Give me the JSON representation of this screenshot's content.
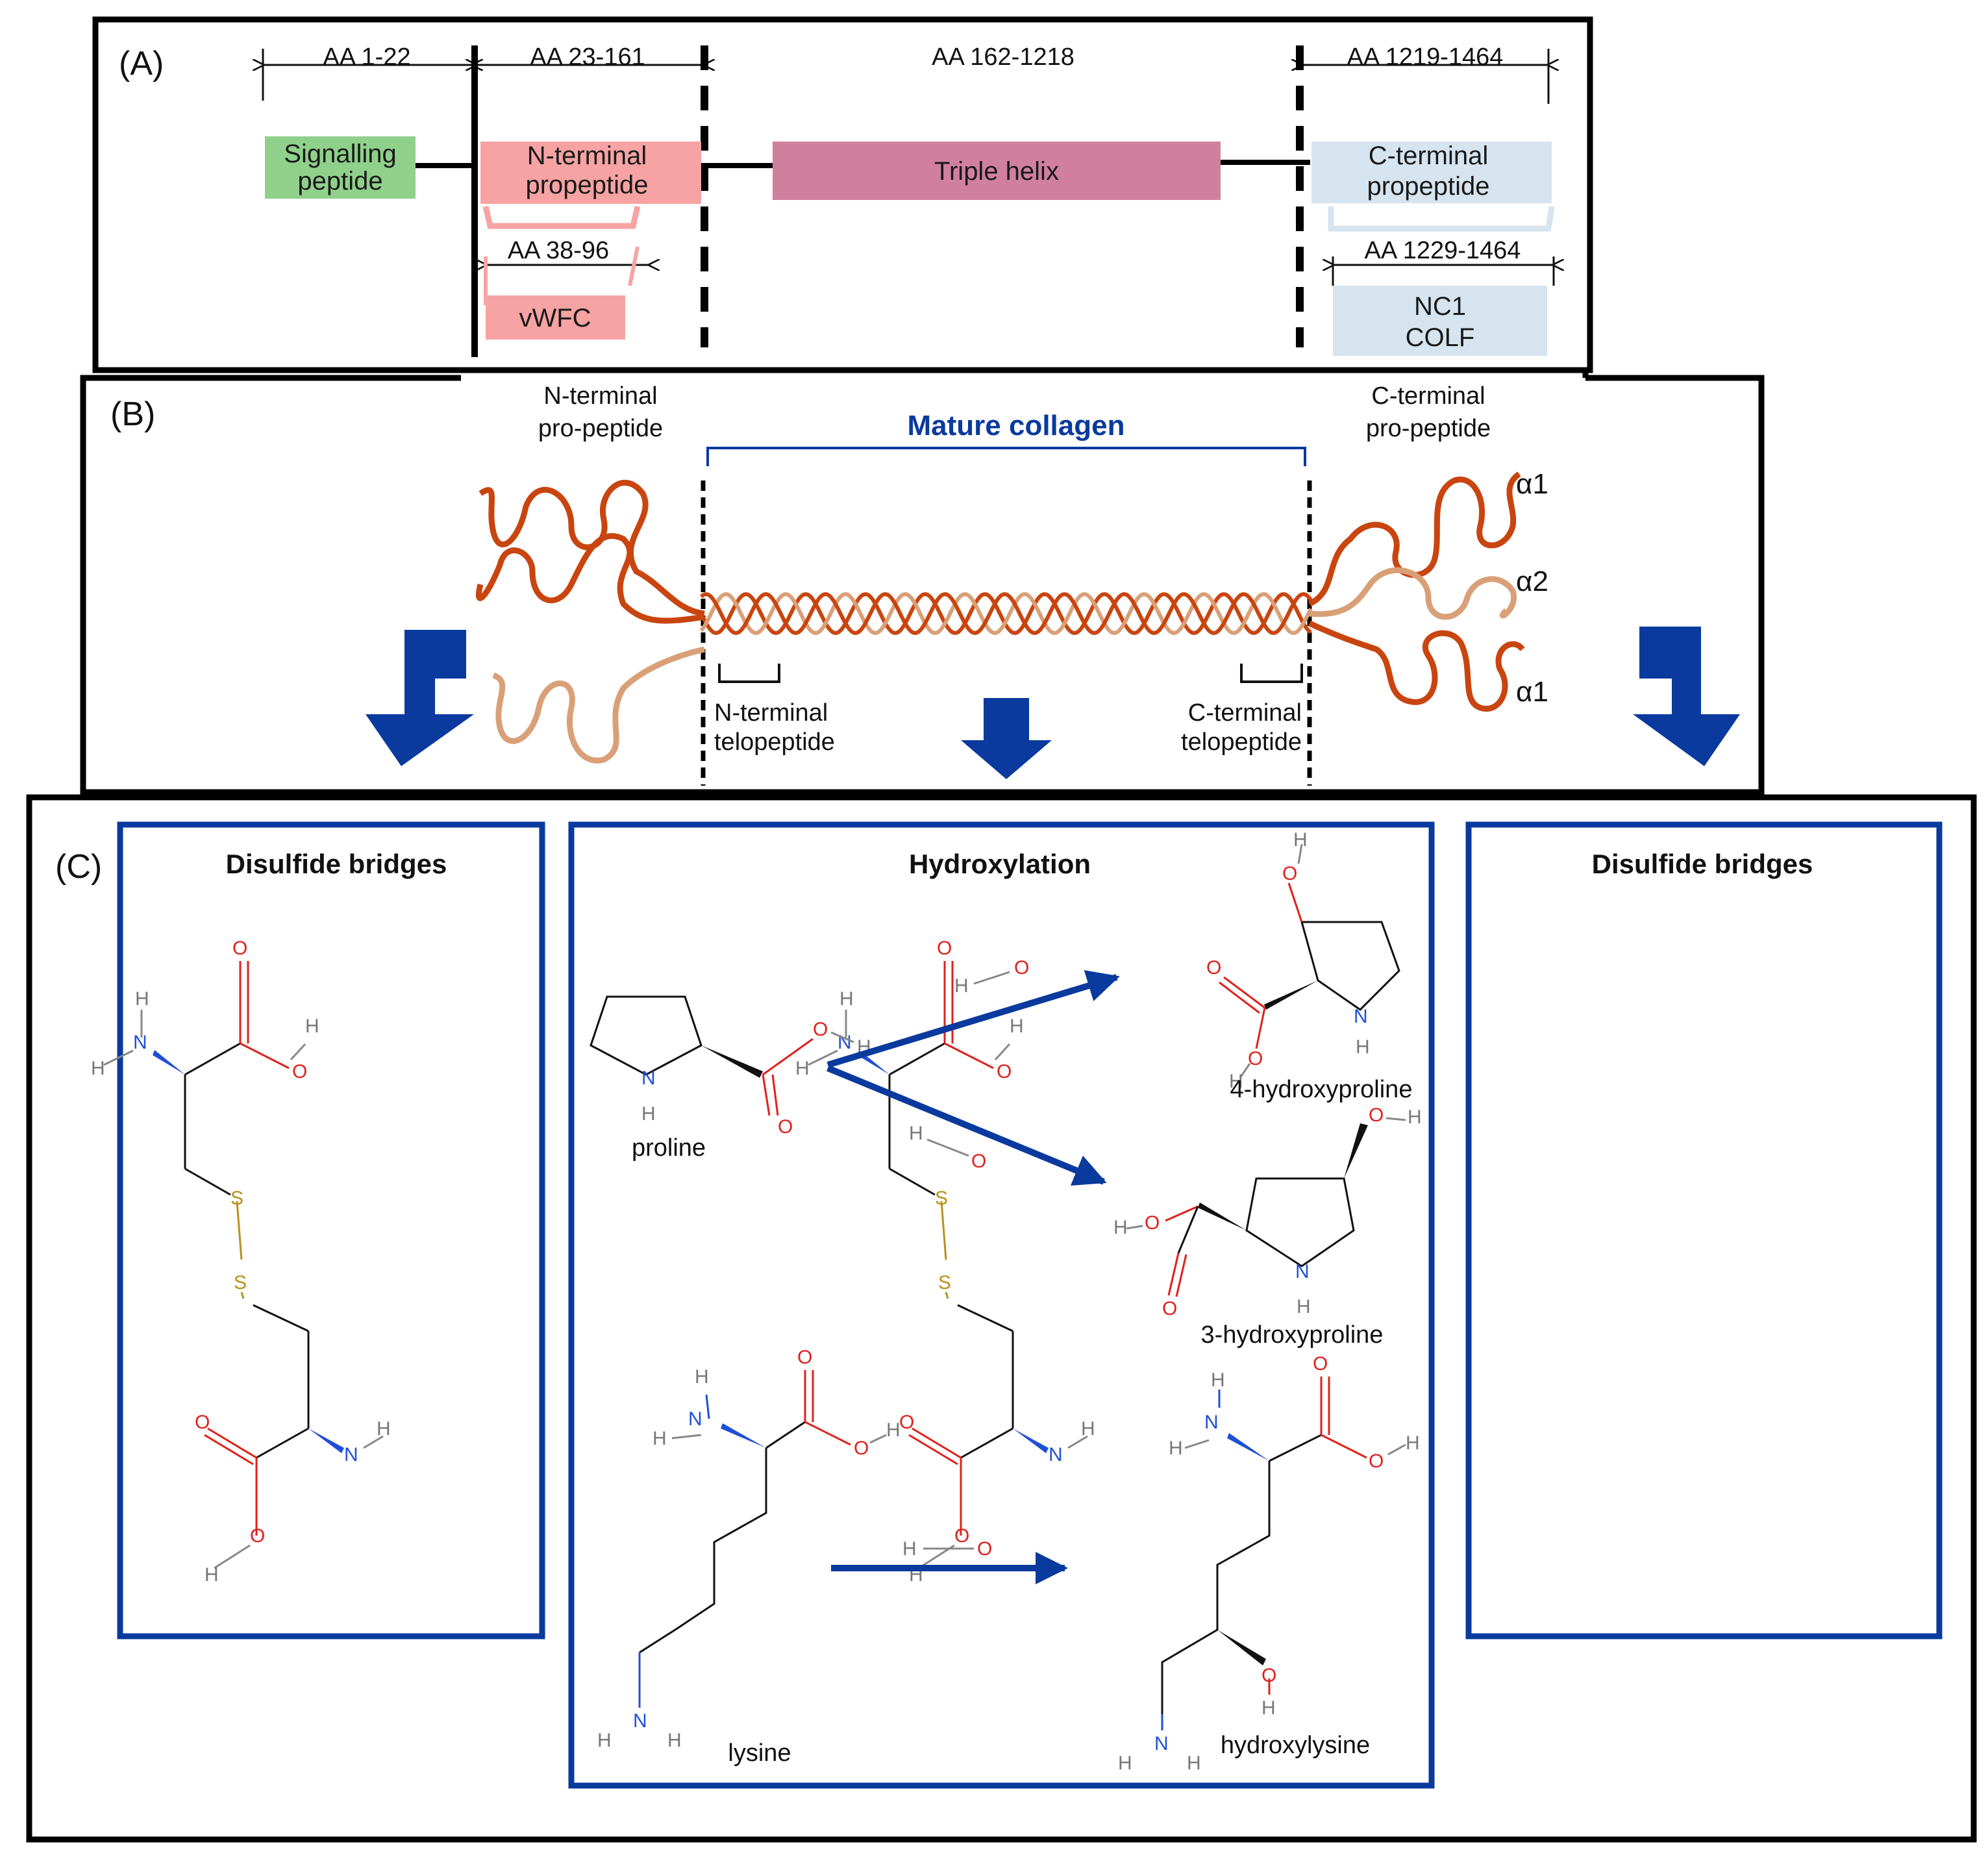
{
  "panels": {
    "a": {
      "tag": "(A)",
      "ranges": [
        "AA 1-22",
        "AA 23-161",
        "AA 162-1218",
        "AA 1219-1464"
      ],
      "sub_ranges": [
        "AA 38-96",
        "AA 1229-1464"
      ],
      "domains": {
        "signalling": [
          "Signalling",
          "peptide"
        ],
        "n_propeptide": [
          "N-terminal",
          "propeptide"
        ],
        "triple_helix": "Triple helix",
        "c_propeptide": [
          "C-terminal",
          "propeptide"
        ],
        "vwfc": "vWFC",
        "nc1": [
          "NC1",
          "COLF"
        ]
      },
      "colors": {
        "signalling": "#8fd18a",
        "n_propeptide": "#f7a3a3",
        "triple_helix": "#d0809d",
        "c_propeptide": "#d6e4ef"
      }
    },
    "b": {
      "tag": "(B)",
      "n_pro": [
        "N-terminal",
        "pro-peptide"
      ],
      "c_pro": [
        "C-terminal",
        "pro-peptide"
      ],
      "mature": "Mature collagen",
      "chains": [
        "α1",
        "α2",
        "α1"
      ],
      "n_telo": [
        "N-terminal",
        "telopeptide"
      ],
      "c_telo": [
        "C-terminal",
        "telopeptide"
      ],
      "colors": {
        "dark_chain": "#c9450f",
        "light_chain": "#d9a078",
        "arrow": "#0a3a9e",
        "mature": "#0a3a9e"
      }
    },
    "c": {
      "tag": "(C)",
      "left_title": "Disulfide bridges",
      "middle_title": "Hydroxylation",
      "right_title": "Disulfide bridges",
      "molecules": {
        "proline": "proline",
        "hyp4": "4-hydroxyproline",
        "hyp3": "3-hydroxyproline",
        "lysine": "lysine",
        "hydroxylysine": "hydroxylysine"
      },
      "reagent": {
        "h": "H",
        "o": "O"
      },
      "atoms": {
        "n": "N",
        "o": "O",
        "h": "H",
        "s": "S"
      },
      "colors": {
        "frame": "#0a3a9e",
        "nitrogen": "#1f4fd8",
        "oxygen": "#e0201b",
        "sulfur": "#b8911a"
      }
    }
  }
}
